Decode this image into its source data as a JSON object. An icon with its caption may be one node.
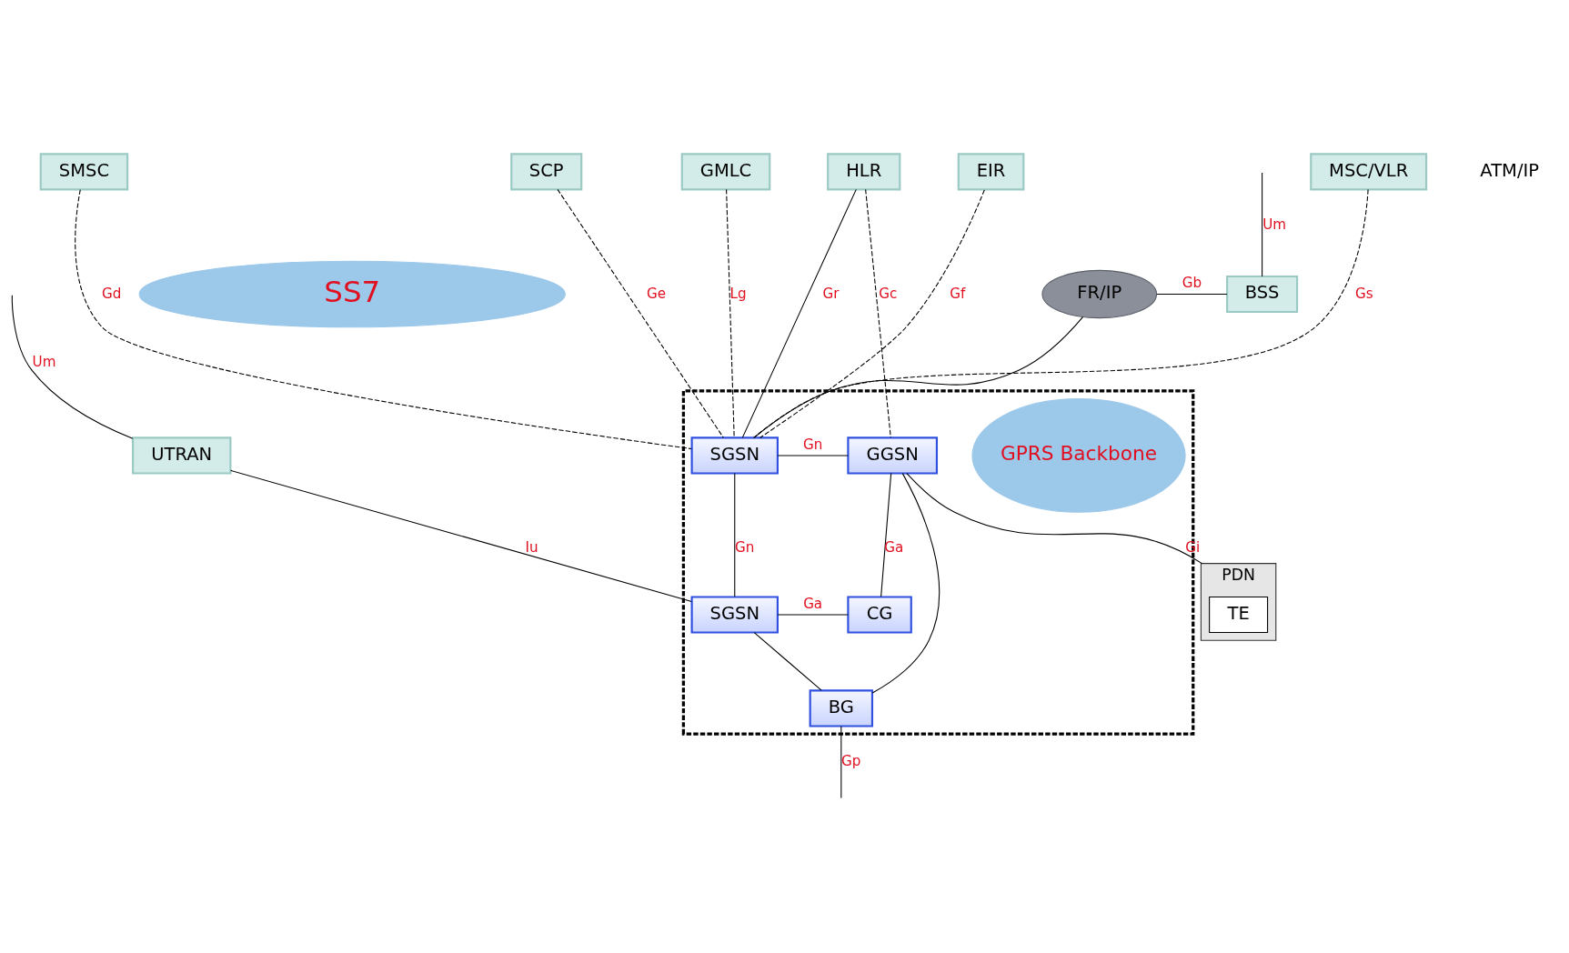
{
  "diagram": {
    "nodes": [
      {
        "text": [
          "MSC/VLR"
        ]
      },
      {
        "text": [
          "SMSC"
        ]
      },
      {
        "text": [
          "SCP"
        ]
      },
      {
        "text": [
          "GMLC"
        ]
      },
      {
        "text": [
          "HLR"
        ]
      },
      {
        "text": [
          "EIR"
        ]
      },
      {
        "text": [
          "SS7"
        ]
      },
      {
        "text": [],
        "shape": "box"
      },
      {
        "text": [
          "GPRS Backbone"
        ],
        "in": 7
      },
      {
        "text": [
          "SGSN"
        ],
        "in": 7
      },
      {
        "text": [
          "GGSN"
        ],
        "in": 7
      },
      {
        "text": [
          "SGSN"
        ],
        "in": 7
      },
      {
        "text": [
          "CG"
        ],
        "in": 7
      },
      {
        "text": [
          "BG"
        ],
        "in": 7
      },
      {
        "text": [
          "BSS"
        ]
      },
      {
        "text": [
          "FR/IP"
        ]
      },
      {
        "text": [
          "UTRAN"
        ]
      },
      {
        "text": [
          "PDN"
        ]
      },
      {
        "text": [
          "TE"
        ],
        "in": 17
      }
    ],
    "edges": [
      {
        "from": 0,
        "to": 9,
        "arrow": "none",
        "label": "Gs",
        "style": "dashed"
      },
      {
        "from": 1,
        "to": 9,
        "arrow": "none",
        "label": "Gd",
        "style": "dashed"
      },
      {
        "from": 2,
        "to": 9,
        "arrow": "none",
        "label": "Ge",
        "style": "dashed"
      },
      {
        "from": 3,
        "to": 9,
        "arrow": "none",
        "label": "Lg",
        "style": "dashed"
      },
      {
        "from": 4,
        "to": 9,
        "arrow": "none",
        "label": "Gr"
      },
      {
        "from": 5,
        "to": 9,
        "arrow": "none",
        "label": "Gf",
        "style": "dashed"
      },
      {
        "from": 4,
        "to": 10,
        "arrow": "none",
        "label": "Gc",
        "style": "dashed"
      },
      {
        "from": 9,
        "to": 10,
        "arrow": "none",
        "label": "Gn"
      },
      {
        "from": 9,
        "to": 11,
        "arrow": "none",
        "label": "Gn"
      },
      {
        "from": 10,
        "to": 12,
        "arrow": "none",
        "label": "Ga"
      },
      {
        "from": 11,
        "to": 12,
        "arrow": "none",
        "label": "Ga"
      },
      {
        "from": 11,
        "to": 13,
        "arrow": "none"
      },
      {
        "from": 10,
        "to": 13,
        "arrow": "none"
      },
      {
        "from": 10,
        "to": 17,
        "arrow": "none",
        "label": "Gi"
      },
      {
        "from": null,
        "to": 14,
        "arrow": "none",
        "label": "Um"
      },
      {
        "from": 14,
        "to": 15,
        "arrow": "none",
        "label": "Gb"
      },
      {
        "from": 15,
        "to": 9,
        "arrow": "none"
      },
      {
        "from": null,
        "to": 16,
        "arrow": "none",
        "label": "Um"
      },
      {
        "from": 16,
        "to": 11,
        "arrow": "none",
        "label": "Iu"
      },
      {
        "from": 13,
        "to": null,
        "arrow": "none",
        "label": "Gp"
      }
    ],
    "labels": [
      "ATM/IP"
    ]
  }
}
